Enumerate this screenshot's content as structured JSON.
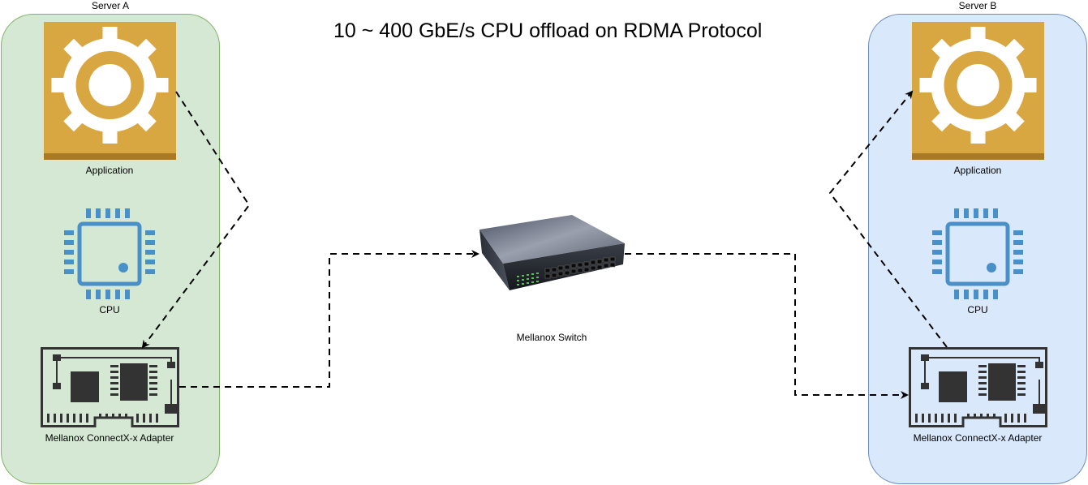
{
  "title": "10 ~ 400 GbE/s CPU offload on RDMA Protocol",
  "colors": {
    "server_a_fill": "#d5e8d4",
    "server_a_stroke": "#82b366",
    "server_b_fill": "#dae8fc",
    "server_b_stroke": "#6c8ebf",
    "app_icon": "#d9a741",
    "app_icon_base": "#a87a26",
    "cpu_icon": "#4a90c8",
    "adapter_icon": "#333333",
    "connector": "#000000"
  },
  "servers": [
    {
      "name": "Server A",
      "application_label": "Application",
      "cpu_label": "CPU",
      "adapter_label": "Mellanox ConnectX-x Adapter"
    },
    {
      "name": "Server B",
      "application_label": "Application",
      "cpu_label": "CPU",
      "adapter_label": "Mellanox ConnectX-x Adapter"
    }
  ],
  "switch": {
    "label": "Mellanox Switch"
  },
  "icons": {
    "application": "gear-icon",
    "cpu": "cpu-chip-icon",
    "adapter": "network-card-icon",
    "switch": "network-switch-icon"
  }
}
